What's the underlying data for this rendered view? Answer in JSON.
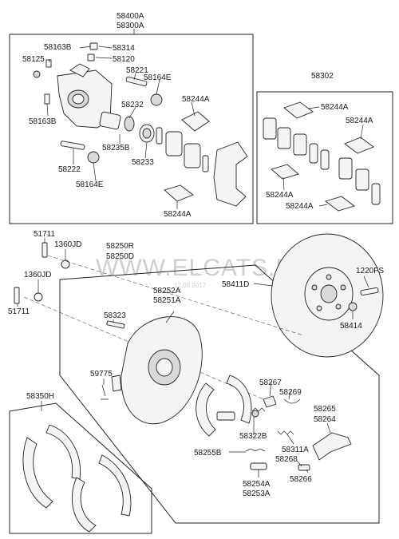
{
  "watermark": "WWW.ELCATS.RU",
  "watermark_date": "12.08.2017",
  "labels": {
    "l58400A": "58400A",
    "l58300A": "58300A",
    "l58163B_a": "58163B",
    "l58314": "58314",
    "l58125": "58125",
    "l58120": "58120",
    "l58221": "58221",
    "l58164E_a": "58164E",
    "l58163B_b": "58163B",
    "l58232": "58232",
    "l58244A_a": "58244A",
    "l58235B": "58235B",
    "l58233": "58233",
    "l58222": "58222",
    "l58164E_b": "58164E",
    "l58244A_b": "58244A",
    "l58302": "58302",
    "l58244A_c": "58244A",
    "l58244A_d": "58244A",
    "l58244A_e": "58244A",
    "l58244A_f": "58244A",
    "l51711_a": "51711",
    "l1360JD_a": "1360JD",
    "l58250R": "58250R",
    "l58250D": "58250D",
    "l1220FS": "1220FS",
    "l1360JD_b": "1360JD",
    "l58411D": "58411D",
    "l51711_b": "51711",
    "l58252A": "58252A",
    "l58251A": "58251A",
    "l58414": "58414",
    "l58323": "58323",
    "l59775": "59775",
    "l58267": "58267",
    "l58269": "58269",
    "l58350H": "58350H",
    "l58265": "58265",
    "l58264": "58264",
    "l58322B": "58322B",
    "l58311A": "58311A",
    "l58255B": "58255B",
    "l58268": "58268",
    "l58266": "58266",
    "l58254A": "58254A",
    "l58253A": "58253A"
  }
}
